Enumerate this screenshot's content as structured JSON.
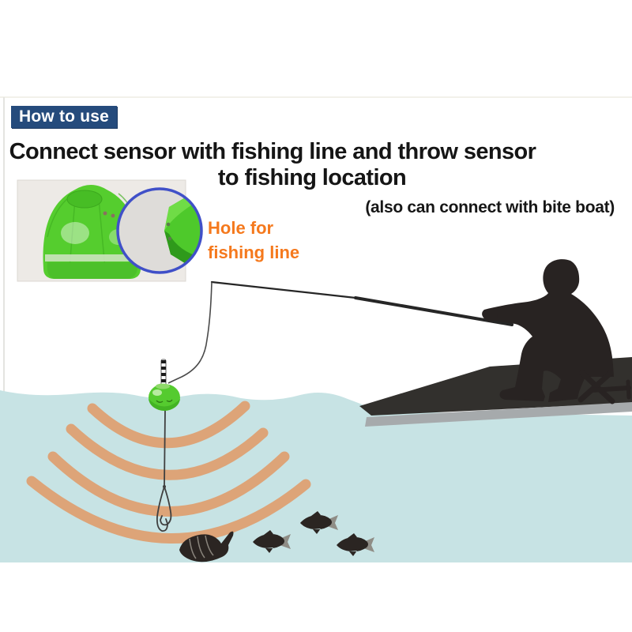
{
  "banner": {
    "label": "How to use",
    "bg": "#254B7C",
    "text_color": "#FFFFFF"
  },
  "heading": {
    "line1": "Connect sensor with fishing line and throw sensor",
    "line2": "to fishing location"
  },
  "note": "(also can connect with bite boat)",
  "sensor_callout": {
    "line1": "Hole for",
    "line2": "fishing line",
    "color": "#F5791D"
  },
  "colors": {
    "heading_text": "#151515",
    "water": "#C7E3E4",
    "sonar_arc": "#DFA173",
    "dock": "#32302D",
    "dock_edge": "#A6AAAC",
    "silhouette": "#282322",
    "sensor_green": "#55CD2E",
    "magnifier_ring": "#4050C8",
    "fishing_line": "#4a4a4a"
  },
  "scene": {
    "elements": [
      "sensor-product-photo",
      "sensor-dome",
      "magnifier-circle",
      "hole-notch",
      "fisherman-silhouette",
      "fishing-stool",
      "dock-platform",
      "fishing-rod",
      "fishing-line",
      "sensor-float",
      "float-antenna",
      "sonar-waves",
      "fishing-hooks",
      "fish-school",
      "water"
    ]
  }
}
